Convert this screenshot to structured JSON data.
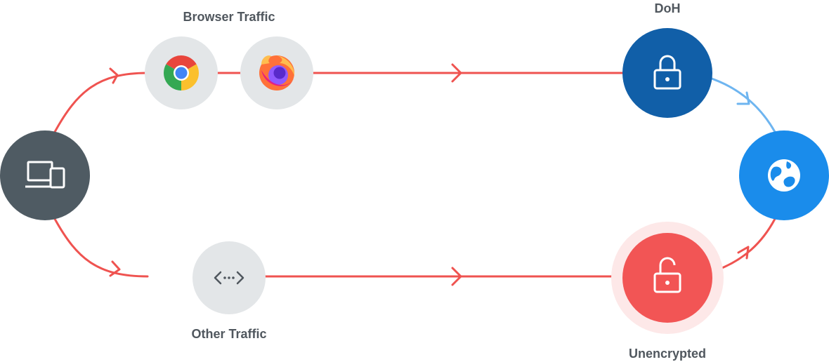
{
  "labels": {
    "browser_traffic": "Browser Traffic",
    "other_traffic": "Other Traffic",
    "doh": "DoH",
    "unencrypted": "Unencrypted"
  },
  "colors": {
    "flow_line": "#ef5350",
    "secure_line": "#6eb5f0",
    "device_node": "#4f5b63",
    "app_node_bg": "#e3e6e8",
    "doh_node": "#115fa8",
    "internet_node": "#1a8ceb",
    "unencrypted_node": "#f25555",
    "unencrypted_glow": "#fde8e8",
    "label_text": "#50575e"
  },
  "icons": {
    "device": "devices-icon",
    "chrome": "chrome-icon",
    "firefox": "firefox-icon",
    "other": "code-icon",
    "doh": "lock-closed-icon",
    "unencrypted": "lock-open-icon",
    "internet": "globe-icon"
  }
}
